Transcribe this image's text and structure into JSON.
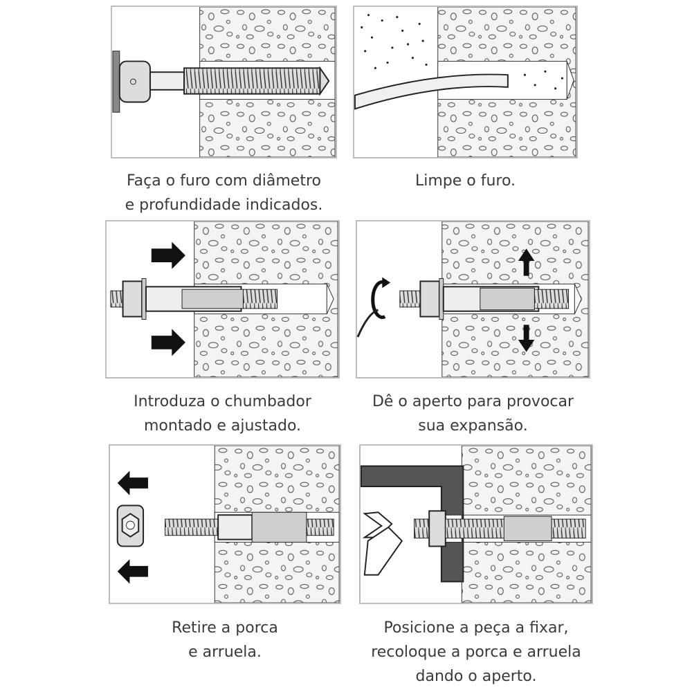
{
  "steps": [
    {
      "lines": [
        "Faça o furo com diâmetro",
        "e profundidade indicados."
      ],
      "illustration": "drill-hole"
    },
    {
      "lines": [
        "Limpe o furo."
      ],
      "illustration": "clean-hole"
    },
    {
      "lines": [
        "Introduza o chumbador",
        "montado e ajustado."
      ],
      "illustration": "insert-anchor"
    },
    {
      "lines": [
        "Dê o aperto para provocar",
        "sua expansão."
      ],
      "illustration": "tighten-expand"
    },
    {
      "lines": [
        "Retire a porca",
        "e arruela."
      ],
      "illustration": "remove-nut"
    },
    {
      "lines": [
        "Posicione a peça a fixar,",
        "recoloque a porca e arruela",
        "dando o aperto."
      ],
      "illustration": "fix-part"
    }
  ],
  "colors": {
    "border": "#bdbdbd",
    "ink": "#222222",
    "text": "#3a3a3a",
    "metal": "#cfcfcf"
  }
}
